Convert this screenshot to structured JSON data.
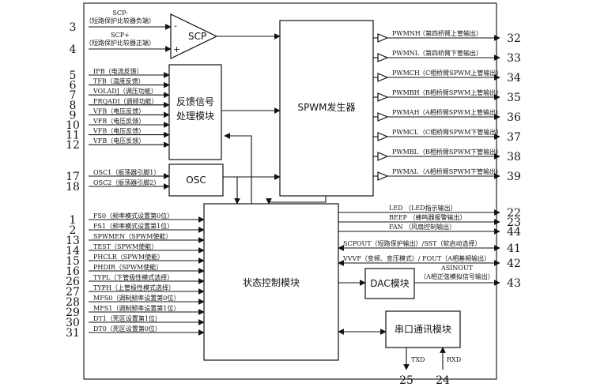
{
  "blocks": {
    "scp": "SCP",
    "feedback": [
      "反馈信号",
      "处理模块"
    ],
    "spwm": "SPWM发生器",
    "osc": "OSC",
    "state": "状态控制模块",
    "dac": "DAC模块",
    "serial": "串口通讯模块"
  },
  "comparator": {
    "minus": "-",
    "plus": "+"
  },
  "scp_inputs": [
    {
      "pin": "3",
      "name": "SCP-",
      "desc": "（短路保护比较器负端）"
    },
    {
      "pin": "4",
      "name": "SCP+",
      "desc": "（短路保护比较器正端）"
    }
  ],
  "feedback_inputs": [
    {
      "pin": "5",
      "label": "IFB（电流反馈）"
    },
    {
      "pin": "6",
      "label": "TFB（温度反馈）"
    },
    {
      "pin": "7",
      "label": "VOLADJ（调压功能）"
    },
    {
      "pin": "8",
      "label": "FRQADJ（调频功能）"
    },
    {
      "pin": "9",
      "label": "VFB（电压反馈）"
    },
    {
      "pin": "10",
      "label": "VFB（电压反馈）"
    },
    {
      "pin": "11",
      "label": "VFB（电压反馈）"
    },
    {
      "pin": "12",
      "label": "VFB（电压反馈）"
    }
  ],
  "osc_inputs": [
    {
      "pin": "17",
      "label": "OSC1（振荡器引脚1）"
    },
    {
      "pin": "18",
      "label": "OSC2（振荡器引脚2）"
    }
  ],
  "state_inputs": [
    {
      "pin": "1",
      "label": "FS0（频率模式设置第0位）"
    },
    {
      "pin": "2",
      "label": "FS1（频率模式设置第1位）"
    },
    {
      "pin": "13",
      "label": "SPWMEN（SPWM使能）"
    },
    {
      "pin": "14",
      "label": "TEST（SPWM使能）"
    },
    {
      "pin": "15",
      "label": "PHCLR（SPWM使能）"
    },
    {
      "pin": "16",
      "label": "PHDIR（SPWM使能）"
    },
    {
      "pin": "26",
      "label": "TYPL（下管极性模式选择）"
    },
    {
      "pin": "27",
      "label": "TYPH（上管极性模式选择）"
    },
    {
      "pin": "28",
      "label": "MFS0（调制频率设置第0位）"
    },
    {
      "pin": "29",
      "label": "MFS1（调制频率设置第1位）"
    },
    {
      "pin": "30",
      "label": "DT1（死区设置第1位）"
    },
    {
      "pin": "31",
      "label": "DT0（死区设置第0位）"
    }
  ],
  "pwm_outputs": [
    {
      "pin": "32",
      "name": "PWMNH",
      "desc": "（第四桥臂上管输出）"
    },
    {
      "pin": "33",
      "name": "PWMNL",
      "desc": "（第四桥臂下管输出）"
    },
    {
      "pin": "34",
      "name": "PWMCH",
      "desc": "（C相桥臂SPWM上管输出）"
    },
    {
      "pin": "35",
      "name": "PWMBH",
      "desc": "（B相桥臂SPWM上管输出）"
    },
    {
      "pin": "36",
      "name": "PWMAH",
      "desc": "（A相桥臂SPWM上管输出）"
    },
    {
      "pin": "37",
      "name": "PWMCL",
      "desc": "（C相桥臂SPWM下管输出）"
    },
    {
      "pin": "38",
      "name": "PWMBL",
      "desc": "（B相桥臂SPWM下管输出）"
    },
    {
      "pin": "39",
      "name": "PWMAL",
      "desc": "（A相桥臂SPWM下管输出）"
    }
  ],
  "state_outputs": [
    {
      "pin": "22",
      "label": "LED （LED指示输出）"
    },
    {
      "pin": "23",
      "label": "BEEP （蜂鸣器报警输出）"
    },
    {
      "pin": "44",
      "label": "FAN （风扇控制输出）"
    }
  ],
  "bidir": [
    {
      "pin": "41",
      "label": "SCPOUT（短路保护输出）/SST（软启动选择）"
    },
    {
      "pin": "42",
      "label": "VVVF（变频、变压模式）/ FOUT（A相基频输出）"
    }
  ],
  "asinout": {
    "pin": "43",
    "name": "ASINOUT",
    "desc": "（A相正弦模拟信号输出）"
  },
  "serial_pins": [
    {
      "pin": "25",
      "label": "TXD"
    },
    {
      "pin": "24",
      "label": "RXD"
    }
  ]
}
